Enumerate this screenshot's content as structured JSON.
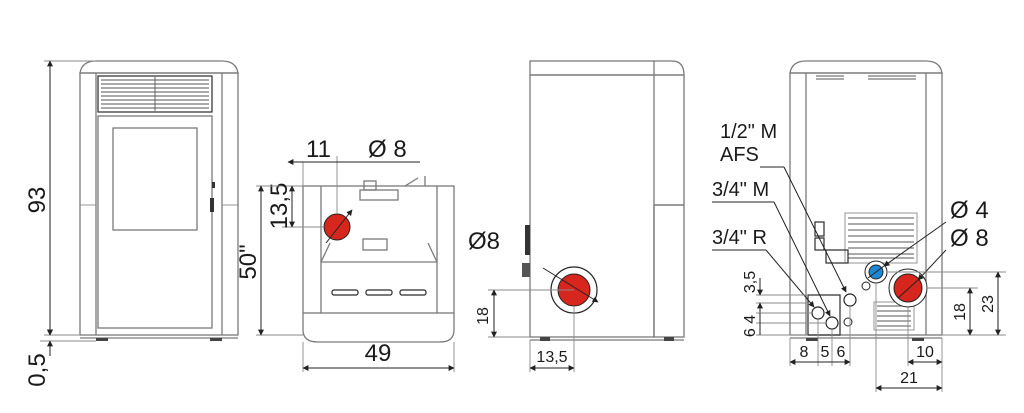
{
  "front_view": {
    "height_label": "93",
    "base_label": "0,5"
  },
  "side_view": {
    "pipe_offset_label": "11",
    "diameter_label": "Ø 8",
    "height_offset_label": "13,5",
    "total_height_label": "50\"",
    "width_label": "49"
  },
  "profile_view": {
    "diameter_label": "Ø8",
    "height_label": "18",
    "depth_label": "13,5"
  },
  "rear_view": {
    "label_afs_1": "1/2\" M",
    "label_afs_2": "AFS",
    "label_34m": "3/4\" M",
    "label_34r": "3/4\" R",
    "diameter_small": "Ø 4",
    "diameter_large": "Ø 8",
    "dim_35": "3,5",
    "dim_64": "6 4",
    "dim_8": "8",
    "dim_5": "5",
    "dim_6": "6",
    "dim_18": "18",
    "dim_23": "23",
    "dim_10": "10",
    "dim_21": "21"
  },
  "colors": {
    "outlet_red": "#d7261e",
    "outlet_blue": "#1e88d8",
    "line_gray": "#7a7a7a"
  }
}
